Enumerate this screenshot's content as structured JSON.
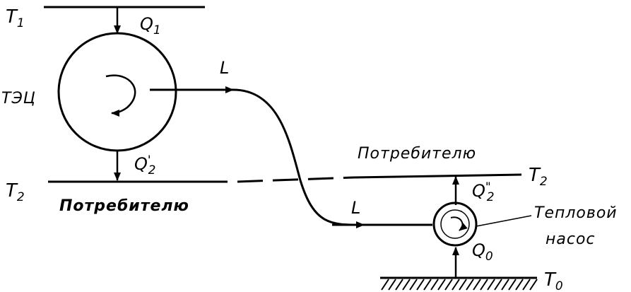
{
  "labels": {
    "t1": "T",
    "t1_sub": "1",
    "t2_left": "T",
    "t2_left_sub": "2",
    "t2_right": "T",
    "t2_right_sub": "2",
    "t0": "T",
    "t0_sub": "0",
    "q1": "Q",
    "q1_sub": "1",
    "q2_prime": "Q",
    "q2_prime_mark": "'",
    "q2_prime_sub": "2",
    "q2_double": "Q",
    "q2_double_mark": "\"",
    "q2_double_sub": "2",
    "q0": "Q",
    "q0_sub": "0",
    "l_upper": "L",
    "l_lower": "L",
    "tec": "ТЭЦ",
    "consumer_left": "Потребителю",
    "consumer_right": "Потребителю",
    "heat_pump_line1": "Тепловой",
    "heat_pump_line2": "насос"
  }
}
